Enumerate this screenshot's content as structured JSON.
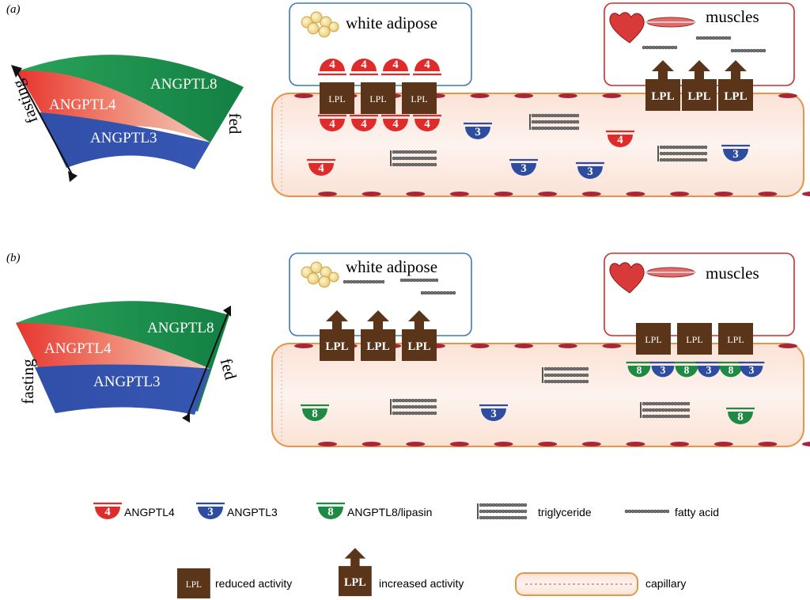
{
  "panels": [
    {
      "label": "(a)",
      "fan": {
        "top": "ANGPTL8",
        "middle": "ANGPTL4",
        "bottom": "ANGPTL3",
        "left_end": "fasting",
        "right_end": "fed"
      },
      "adipose_label": "white adipose",
      "muscle_label": "muscles"
    },
    {
      "label": "(b)",
      "fan": {
        "top": "ANGPTL8",
        "middle": "ANGPTL4",
        "bottom": "ANGPTL3",
        "left_end": "fasting",
        "right_end": "fed"
      },
      "adipose_label": "white adipose",
      "muscle_label": "muscles"
    }
  ],
  "lpl_text": "LPL",
  "protein_numbers": {
    "angptl4": "4",
    "angptl3": "3",
    "angptl8": "8"
  },
  "legend": {
    "angptl4": "ANGPTL4",
    "angptl3": "ANGPTL3",
    "angptl8": "ANGPTL8/lipasin",
    "triglyceride": "triglyceride",
    "fatty_acid": "fatty acid",
    "reduced": "reduced activity",
    "increased": "increased activity",
    "capillary": "capillary"
  },
  "colors": {
    "angptl4": "#e02b2b",
    "angptl3": "#2e4da0",
    "angptl8": "#1f8a44",
    "lpl": "#5a3519",
    "adipose_box": "#3b78c4",
    "muscle_box": "#d02c2c",
    "capillary_edge": "#e8954a",
    "capillary_fill": "#fbe9e1"
  }
}
